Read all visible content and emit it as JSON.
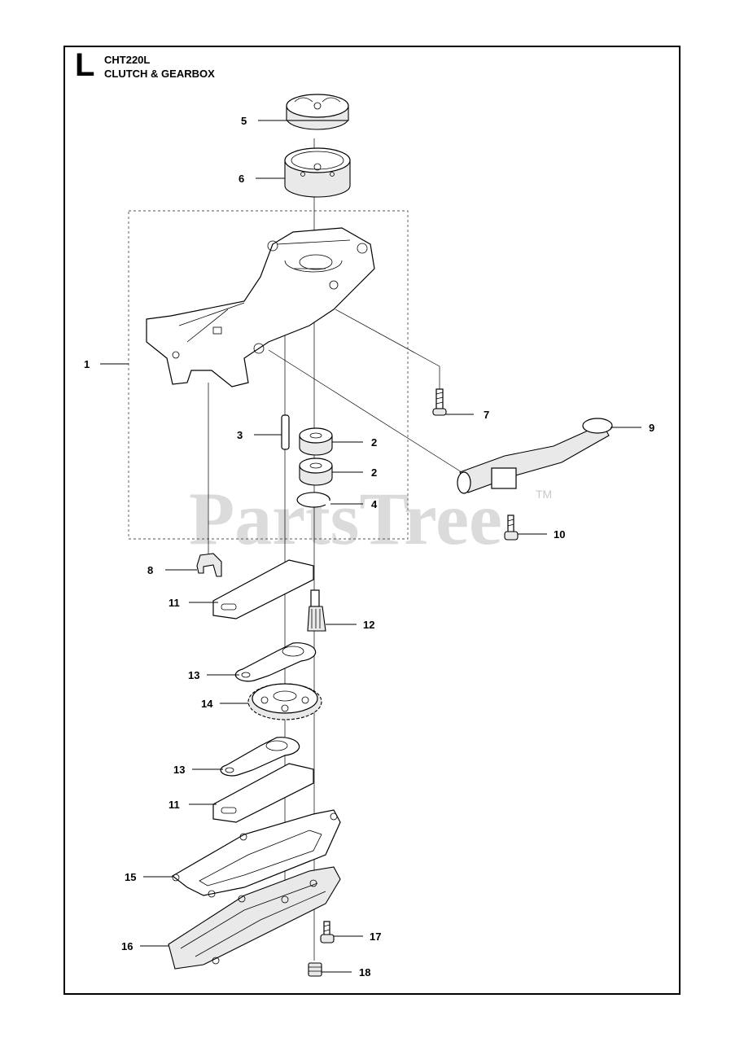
{
  "header": {
    "section_letter": "L",
    "model": "CHT220L",
    "title": "CLUTCH & GEARBOX"
  },
  "watermark": {
    "text": "PartsTree",
    "tm": "TM"
  },
  "callouts": [
    "1",
    "2",
    "2",
    "3",
    "4",
    "5",
    "6",
    "7",
    "8",
    "9",
    "10",
    "11",
    "11",
    "12",
    "13",
    "13",
    "14",
    "15",
    "16",
    "17",
    "18"
  ]
}
